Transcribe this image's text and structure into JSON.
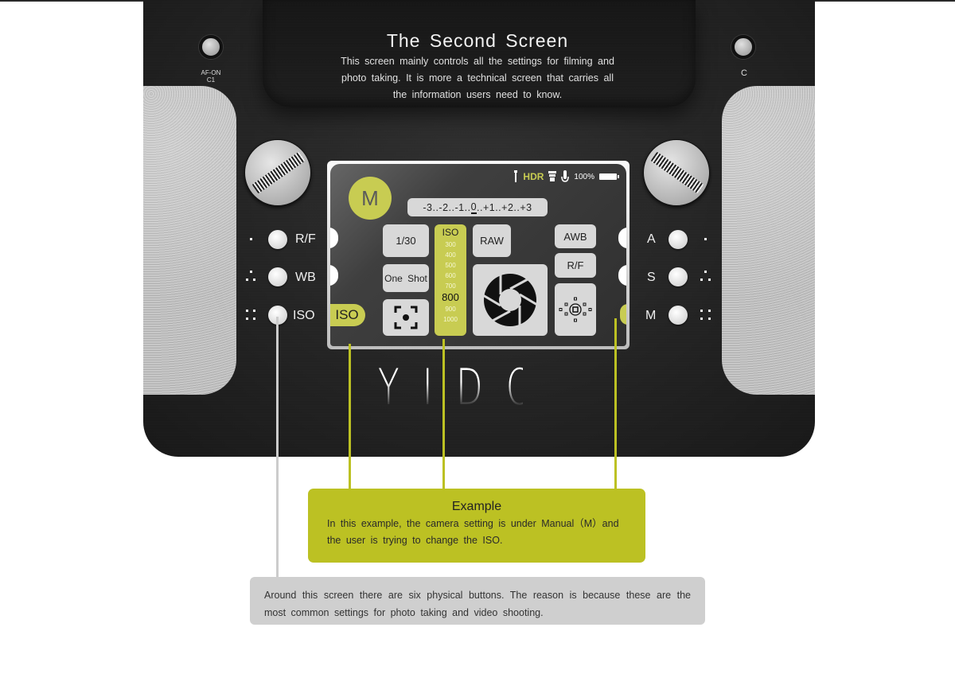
{
  "header": {
    "title": "The Second Screen",
    "description": "This screen mainly controls all the settings for filming and photo taking. It is more a technical screen that carries all the information users need to know."
  },
  "camera": {
    "brand_logo": "YIDO",
    "top_buttons": [
      {
        "label": "AF-ON\nC1",
        "line1": "AF-ON",
        "line2": "C1"
      },
      {
        "label": "C"
      }
    ],
    "left_buttons": [
      {
        "label": "R/F",
        "dots": 1
      },
      {
        "label": "WB",
        "dots": 3
      },
      {
        "label": "ISO",
        "dots": 4
      }
    ],
    "right_buttons": [
      {
        "label": "A",
        "dots": 1
      },
      {
        "label": "S",
        "dots": 3
      },
      {
        "label": "M",
        "dots": 4
      }
    ]
  },
  "screen": {
    "mode": "M",
    "status_bar": {
      "icons": [
        "flash-icon",
        "hdr-badge",
        "lens-icon",
        "microphone-icon",
        "battery-icon"
      ],
      "hdr": "HDR",
      "battery": "100%"
    },
    "exposure_scale": {
      "before": "-3..-2..-1..",
      "current": "0",
      "after": "..+1..+2..+3"
    },
    "tiles": {
      "shutter": "1/30",
      "drive": "One Shot",
      "format": "RAW",
      "white_balance": "AWB",
      "rf": "R/F"
    },
    "iso": {
      "header": "ISO",
      "values": [
        "300",
        "400",
        "500",
        "600",
        "700",
        "800",
        "900",
        "1000"
      ],
      "selected": "800"
    },
    "active_tab": "ISO"
  },
  "example": {
    "title": "Example",
    "text": "In this example, the camera setting is under Manual（M）and the user is trying to change the ISO."
  },
  "note": {
    "text": "Around this screen there are six physical buttons. The reason is because these are the most common settings for photo taking and video shooting."
  },
  "colors": {
    "accent": "#bcc123",
    "screen_accent": "#c8cc52",
    "note_bg": "#cfcfcf",
    "body": "#222222"
  }
}
